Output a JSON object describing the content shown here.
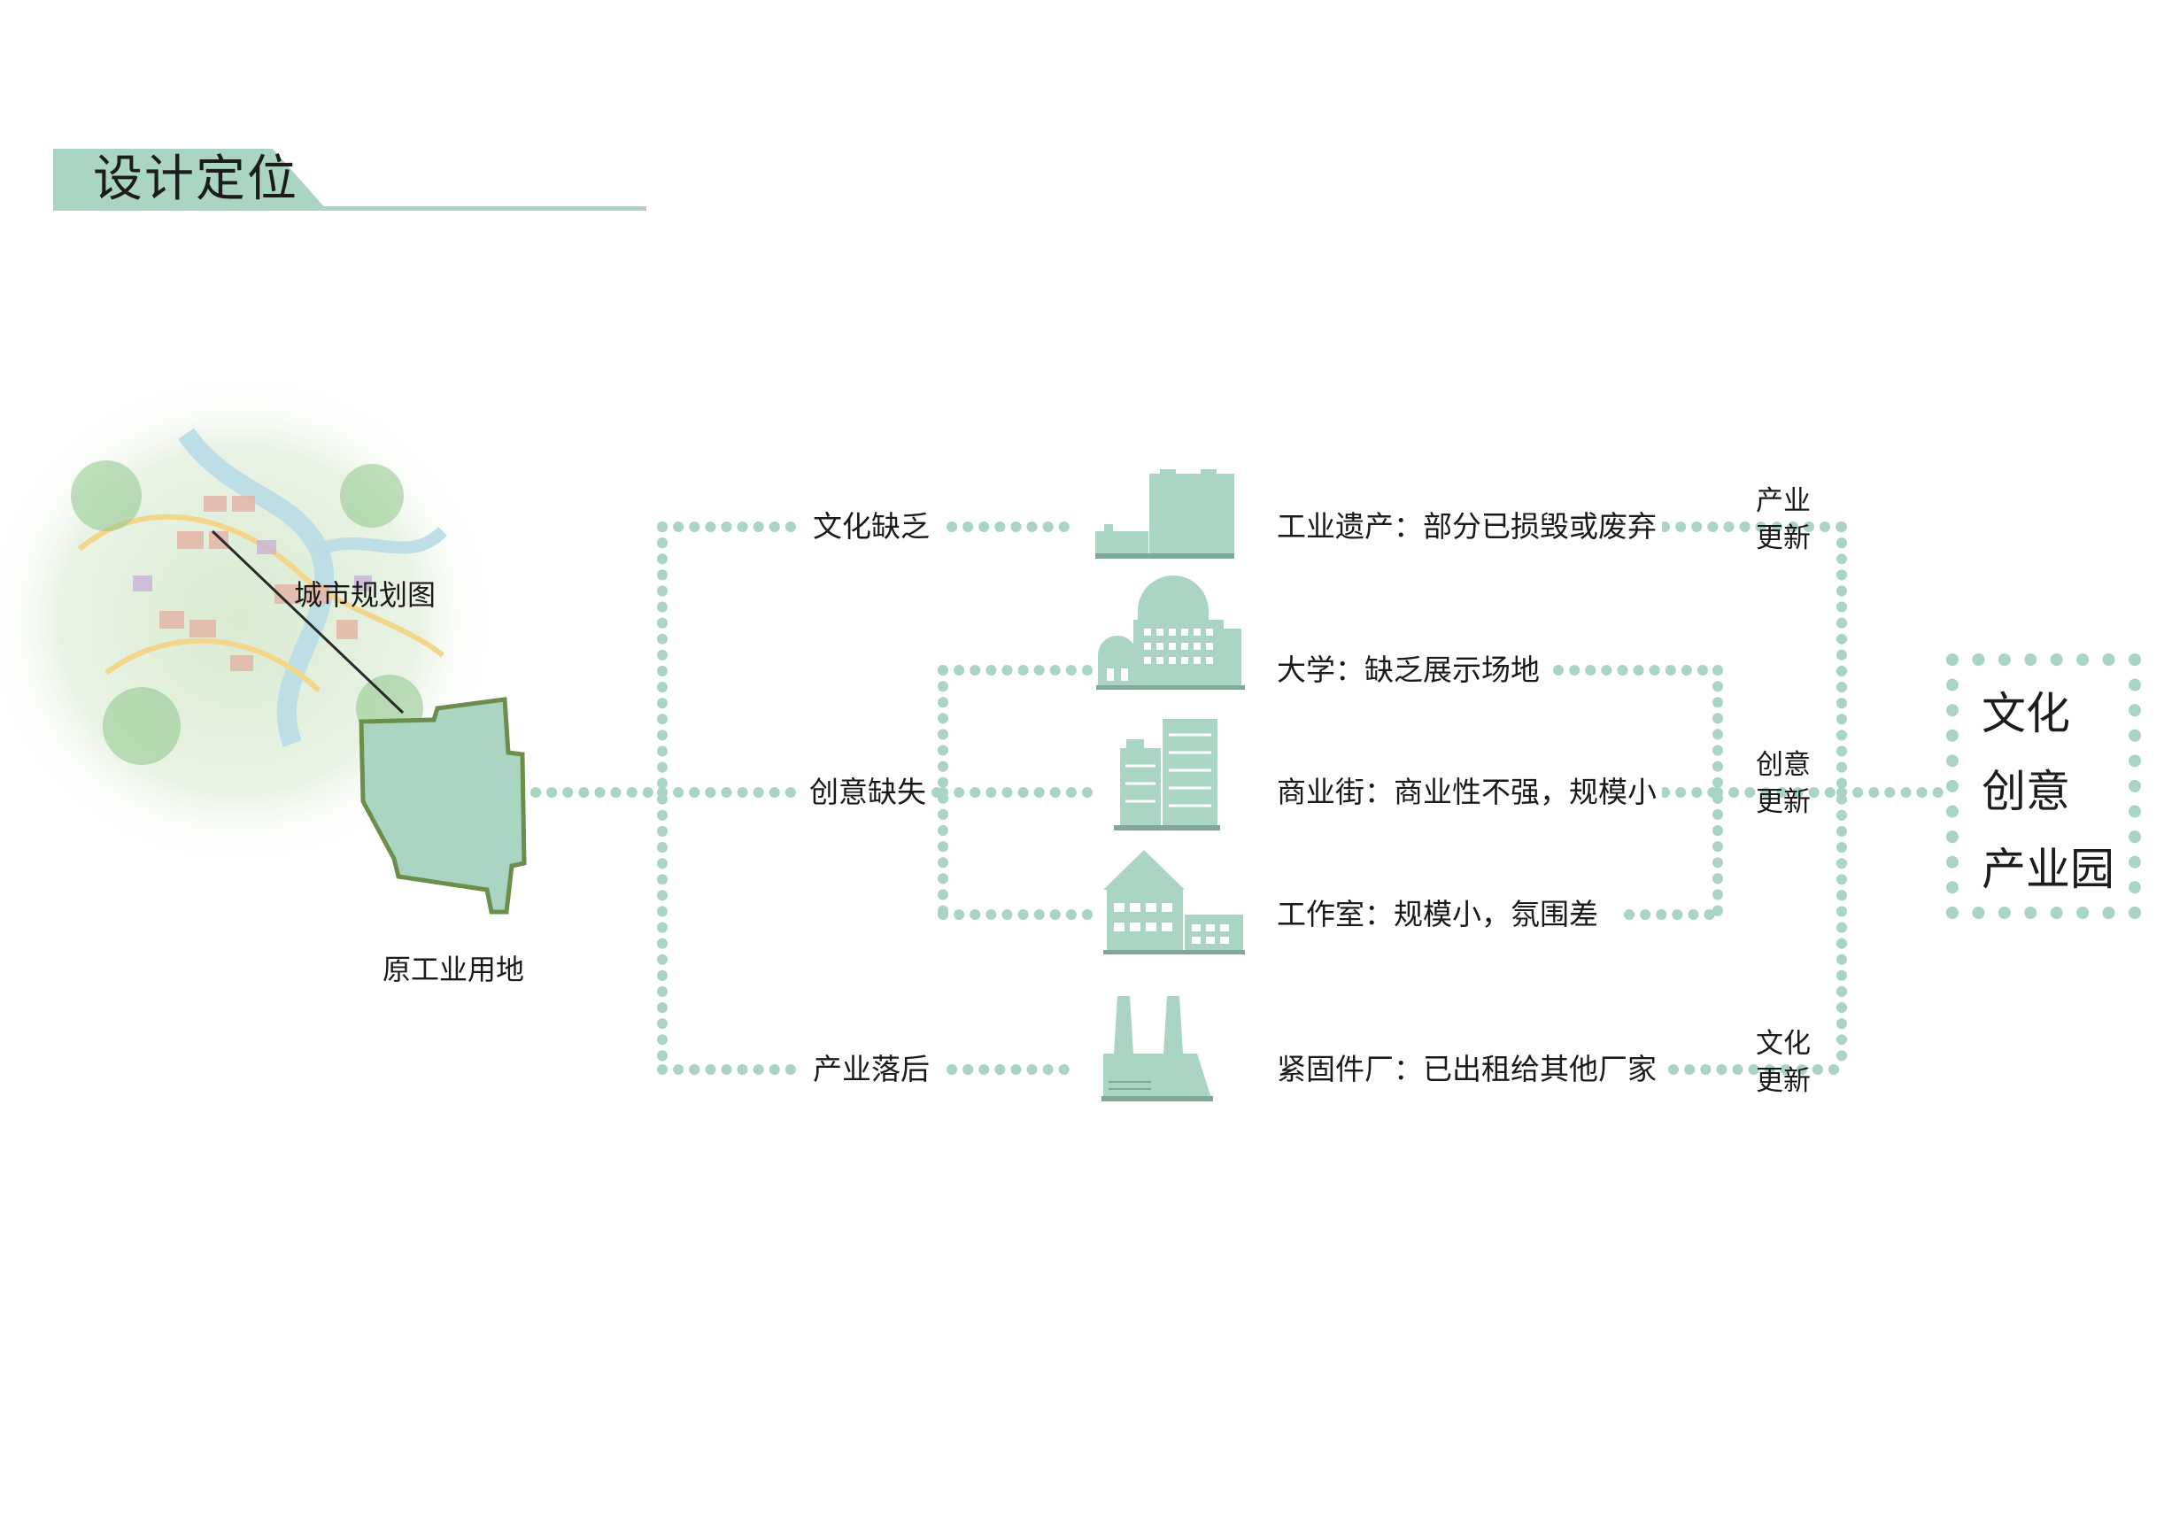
{
  "title": "设计定位",
  "map_label": "城市规划图",
  "site_label": "原工业用地",
  "problems": [
    {
      "label": "文化缺乏"
    },
    {
      "label": "创意缺失"
    },
    {
      "label": "产业落后"
    }
  ],
  "items": [
    {
      "text": "工业遗产：部分已损毁或废弃",
      "icon": "factory-icon"
    },
    {
      "text": "大学：缺乏展示场地",
      "icon": "university-icon"
    },
    {
      "text": "商业街：商业性不强，规模小",
      "icon": "skyscraper-icon"
    },
    {
      "text": "工作室：规模小，氛围差",
      "icon": "studio-house-icon"
    },
    {
      "text": "紧固件厂：已出租给其他厂家",
      "icon": "chimney-factory-icon"
    }
  ],
  "updates": [
    {
      "line1": "产业",
      "line2": "更新"
    },
    {
      "line1": "创意",
      "line2": "更新"
    },
    {
      "line1": "文化",
      "line2": "更新"
    }
  ],
  "result": {
    "line1": "文化",
    "line2": "创意",
    "line3": "产业园"
  },
  "colors": {
    "accent": "#a9d5c2",
    "site_fill": "#a9d5c2",
    "site_border": "#6b8f4a"
  }
}
